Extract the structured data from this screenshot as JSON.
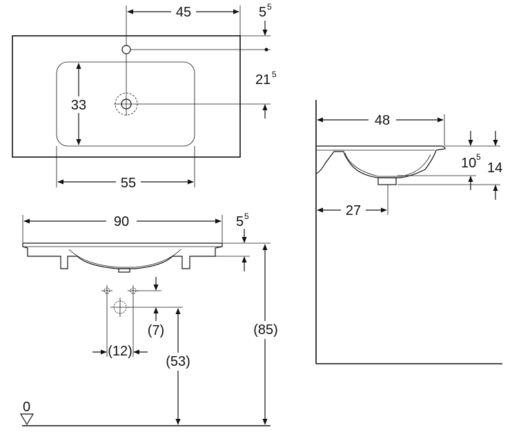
{
  "top_view": {
    "dim_tap_offset": "45",
    "dim_top_margin": "5",
    "dim_top_margin_sup": "5",
    "dim_drain_depth": "21",
    "dim_drain_depth_sup": "5",
    "dim_bowl_depth": "33",
    "dim_bowl_width": "55"
  },
  "side_view": {
    "dim_depth": "48",
    "dim_rim": "10",
    "dim_rim_sup": "5",
    "dim_total": "14",
    "dim_drain_offset": "27"
  },
  "front_view": {
    "dim_width": "90",
    "dim_rim": "5",
    "dim_rim_sup": "5",
    "dim_supply_drop": "(7)",
    "dim_supply_spacing": "(12)",
    "dim_supply_height": "(53)",
    "dim_total_height": "(85)",
    "floor_label": "0"
  }
}
